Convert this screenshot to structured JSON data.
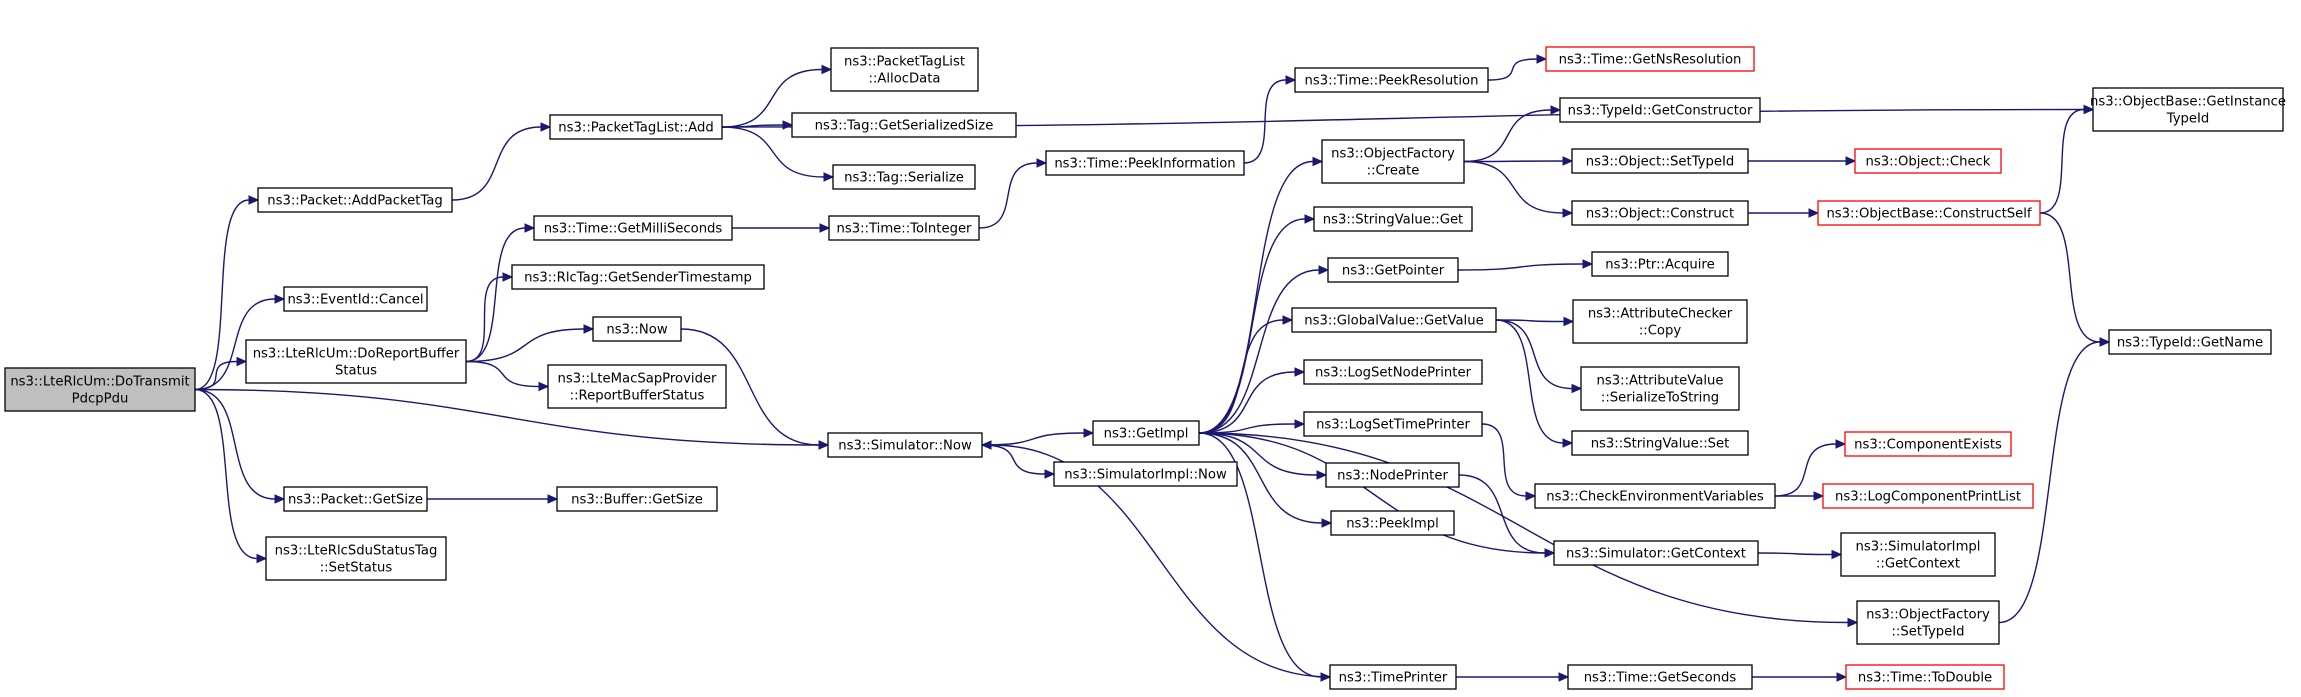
{
  "graph": {
    "edge_color": "#191970",
    "missing_color": "#ff0000",
    "root_fill": "#bfbfbf",
    "nodes": [
      {
        "id": "root",
        "lines": [
          "ns3::LteRlcUm::DoTransmit",
          "PdcpPdu"
        ],
        "style": "root"
      },
      {
        "id": "addpackettag",
        "lines": [
          "ns3::Packet::AddPacketTag"
        ]
      },
      {
        "id": "cancel",
        "lines": [
          "ns3::EventId::Cancel"
        ]
      },
      {
        "id": "doreport",
        "lines": [
          "ns3::LteRlcUm::DoReportBuffer",
          "Status"
        ]
      },
      {
        "id": "getsize",
        "lines": [
          "ns3::Packet::GetSize"
        ]
      },
      {
        "id": "setstatus",
        "lines": [
          "ns3::LteRlcSduStatusTag",
          "::SetStatus"
        ]
      },
      {
        "id": "simnow",
        "lines": [
          "ns3::Simulator::Now"
        ]
      },
      {
        "id": "ptladd",
        "lines": [
          "ns3::PacketTagList::Add"
        ]
      },
      {
        "id": "getinstancetypeid",
        "lines": [
          "ns3::ObjectBase::GetInstance",
          "TypeId"
        ]
      },
      {
        "id": "allocdata",
        "lines": [
          "ns3::PacketTagList",
          "::AllocData"
        ]
      },
      {
        "id": "getserializedsize",
        "lines": [
          "ns3::Tag::GetSerializedSize"
        ]
      },
      {
        "id": "serialize",
        "lines": [
          "ns3::Tag::Serialize"
        ]
      },
      {
        "id": "getms",
        "lines": [
          "ns3::Time::GetMilliSeconds"
        ]
      },
      {
        "id": "rlctag",
        "lines": [
          "ns3::RlcTag::GetSenderTimestamp"
        ]
      },
      {
        "id": "now",
        "lines": [
          "ns3::Now"
        ]
      },
      {
        "id": "reportbuf",
        "lines": [
          "ns3::LteMacSapProvider",
          "::ReportBufferStatus"
        ]
      },
      {
        "id": "tointeger",
        "lines": [
          "ns3::Time::ToInteger"
        ]
      },
      {
        "id": "peekinfo",
        "lines": [
          "ns3::Time::PeekInformation"
        ]
      },
      {
        "id": "peekres",
        "lines": [
          "ns3::Time::PeekResolution"
        ]
      },
      {
        "id": "getnsres",
        "lines": [
          "ns3::Time::GetNsResolution"
        ],
        "style": "missing"
      },
      {
        "id": "bufgetsize",
        "lines": [
          "ns3::Buffer::GetSize"
        ]
      },
      {
        "id": "getimpl",
        "lines": [
          "ns3::GetImpl"
        ]
      },
      {
        "id": "simimplnow",
        "lines": [
          "ns3::SimulatorImpl::Now"
        ]
      },
      {
        "id": "ofcreate",
        "lines": [
          "ns3::ObjectFactory",
          "::Create"
        ]
      },
      {
        "id": "getconstructor",
        "lines": [
          "ns3::TypeId::GetConstructor"
        ]
      },
      {
        "id": "objsettypeid",
        "lines": [
          "ns3::Object::SetTypeId"
        ]
      },
      {
        "id": "objcheck",
        "lines": [
          "ns3::Object::Check"
        ],
        "style": "missing"
      },
      {
        "id": "objconstruct",
        "lines": [
          "ns3::Object::Construct"
        ]
      },
      {
        "id": "constructself",
        "lines": [
          "ns3::ObjectBase::ConstructSelf"
        ],
        "style": "missing"
      },
      {
        "id": "stringget",
        "lines": [
          "ns3::StringValue::Get"
        ]
      },
      {
        "id": "getpointer",
        "lines": [
          "ns3::GetPointer"
        ]
      },
      {
        "id": "ptracquire",
        "lines": [
          "ns3::Ptr::Acquire"
        ]
      },
      {
        "id": "gvgetvalue",
        "lines": [
          "ns3::GlobalValue::GetValue"
        ]
      },
      {
        "id": "attrchecker",
        "lines": [
          "ns3::AttributeChecker",
          "::Copy"
        ]
      },
      {
        "id": "attrvalue",
        "lines": [
          "ns3::AttributeValue",
          "::SerializeToString"
        ]
      },
      {
        "id": "stringset",
        "lines": [
          "ns3::StringValue::Set"
        ]
      },
      {
        "id": "logsetnode",
        "lines": [
          "ns3::LogSetNodePrinter"
        ]
      },
      {
        "id": "logsettime",
        "lines": [
          "ns3::LogSetTimePrinter"
        ]
      },
      {
        "id": "nodeprinter",
        "lines": [
          "ns3::NodePrinter"
        ]
      },
      {
        "id": "peekimpl",
        "lines": [
          "ns3::PeekImpl"
        ]
      },
      {
        "id": "checkenv",
        "lines": [
          "ns3::CheckEnvironmentVariables"
        ]
      },
      {
        "id": "compexists",
        "lines": [
          "ns3::ComponentExists"
        ],
        "style": "missing"
      },
      {
        "id": "logcompprint",
        "lines": [
          "ns3::LogComponentPrintList"
        ],
        "style": "missing"
      },
      {
        "id": "simgetcontext",
        "lines": [
          "ns3::Simulator::GetContext"
        ]
      },
      {
        "id": "simimplgetcontext",
        "lines": [
          "ns3::SimulatorImpl",
          "::GetContext"
        ]
      },
      {
        "id": "ofsettypeid",
        "lines": [
          "ns3::ObjectFactory",
          "::SetTypeId"
        ]
      },
      {
        "id": "timeprinter",
        "lines": [
          "ns3::TimePrinter"
        ]
      },
      {
        "id": "getseconds",
        "lines": [
          "ns3::Time::GetSeconds"
        ]
      },
      {
        "id": "todouble",
        "lines": [
          "ns3::Time::ToDouble"
        ],
        "style": "missing"
      },
      {
        "id": "typeidgetname",
        "lines": [
          "ns3::TypeId::GetName"
        ]
      }
    ],
    "edges": [
      [
        "root",
        "addpackettag"
      ],
      [
        "root",
        "cancel"
      ],
      [
        "root",
        "doreport"
      ],
      [
        "root",
        "getsize"
      ],
      [
        "root",
        "setstatus"
      ],
      [
        "root",
        "simnow"
      ],
      [
        "addpackettag",
        "ptladd"
      ],
      [
        "ptladd",
        "getinstancetypeid"
      ],
      [
        "ptladd",
        "allocdata"
      ],
      [
        "ptladd",
        "getserializedsize"
      ],
      [
        "ptladd",
        "serialize"
      ],
      [
        "doreport",
        "getms"
      ],
      [
        "doreport",
        "rlctag"
      ],
      [
        "doreport",
        "now"
      ],
      [
        "doreport",
        "reportbuf"
      ],
      [
        "getms",
        "tointeger"
      ],
      [
        "tointeger",
        "peekinfo"
      ],
      [
        "peekinfo",
        "peekres"
      ],
      [
        "peekres",
        "getnsres"
      ],
      [
        "now",
        "simnow"
      ],
      [
        "getsize",
        "bufgetsize"
      ],
      [
        "simnow",
        "getimpl"
      ],
      [
        "simnow",
        "simimplnow"
      ],
      [
        "getimpl",
        "ofcreate"
      ],
      [
        "getimpl",
        "stringget"
      ],
      [
        "getimpl",
        "getpointer"
      ],
      [
        "getimpl",
        "gvgetvalue"
      ],
      [
        "getimpl",
        "logsetnode"
      ],
      [
        "getimpl",
        "logsettime"
      ],
      [
        "getimpl",
        "nodeprinter"
      ],
      [
        "getimpl",
        "peekimpl"
      ],
      [
        "getimpl",
        "simgetcontext"
      ],
      [
        "getimpl",
        "ofsettypeid"
      ],
      [
        "getimpl",
        "timeprinter"
      ],
      [
        "ofcreate",
        "getconstructor"
      ],
      [
        "ofcreate",
        "objsettypeid"
      ],
      [
        "ofcreate",
        "objconstruct"
      ],
      [
        "objsettypeid",
        "objcheck"
      ],
      [
        "objconstruct",
        "constructself"
      ],
      [
        "constructself",
        "getinstancetypeid"
      ],
      [
        "constructself",
        "typeidgetname"
      ],
      [
        "getpointer",
        "ptracquire"
      ],
      [
        "gvgetvalue",
        "attrchecker"
      ],
      [
        "gvgetvalue",
        "attrvalue"
      ],
      [
        "gvgetvalue",
        "stringset"
      ],
      [
        "logsettime",
        "checkenv"
      ],
      [
        "checkenv",
        "compexists"
      ],
      [
        "checkenv",
        "logcompprint"
      ],
      [
        "nodeprinter",
        "simgetcontext"
      ],
      [
        "simgetcontext",
        "simimplgetcontext"
      ],
      [
        "ofsettypeid",
        "typeidgetname"
      ],
      [
        "timeprinter",
        "simnow"
      ],
      [
        "timeprinter",
        "getseconds"
      ],
      [
        "getseconds",
        "todouble"
      ]
    ]
  }
}
